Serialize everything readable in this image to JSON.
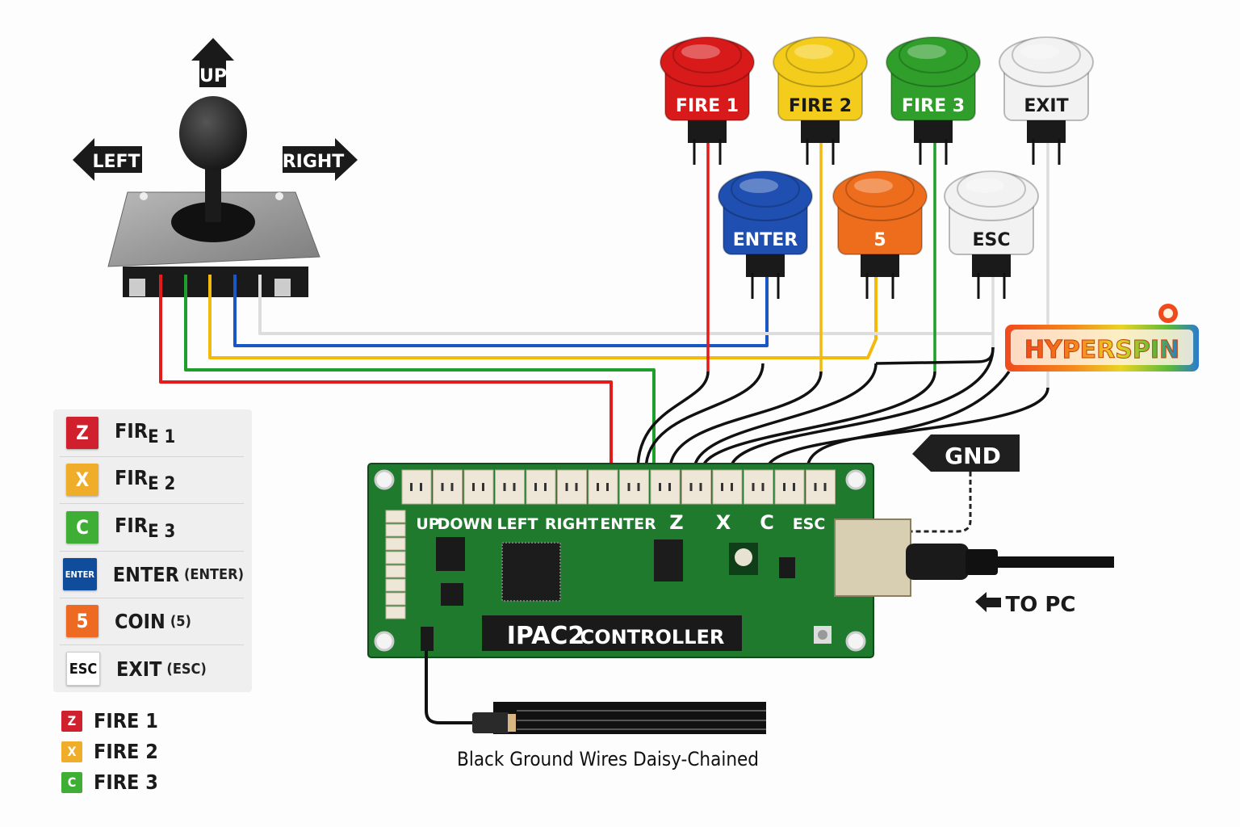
{
  "joystick": {
    "directions": [
      {
        "id": "up",
        "label": "UP"
      },
      {
        "id": "left",
        "label": "LEFT"
      },
      {
        "id": "right",
        "label": "RIGHT"
      }
    ],
    "wire_colors": [
      "#e21b1b",
      "#1e9e2a",
      "#f2b90f",
      "#1a56c4",
      "#e6e6e6"
    ]
  },
  "buttons": [
    {
      "label": "FIRE 1",
      "color": "#d81a1a",
      "text_color": "#ffffff",
      "wire": "#e21b1b"
    },
    {
      "label": "FIRE 2",
      "color": "#f4cd1c",
      "text_color": "#1a1a1a",
      "wire": "#f2b90f"
    },
    {
      "label": "FIRE 3",
      "color": "#2f9e2a",
      "text_color": "#ffffff",
      "wire": "#1e9e2a"
    },
    {
      "label": "EXIT",
      "color": "#f2f2f2",
      "text_color": "#1a1a1a",
      "wire": "#e6e6e6"
    },
    {
      "label": "ENTER",
      "color": "#1f4fb0",
      "text_color": "#ffffff",
      "wire": "#1a56c4"
    },
    {
      "label": "5",
      "color": "#ee6d1c",
      "text_color": "#ffffff",
      "wire": "#ee6d1c"
    },
    {
      "label": "ESC",
      "color": "#f2f2f2",
      "text_color": "#1a1a1a",
      "wire": "#e6e6e6"
    }
  ],
  "board": {
    "title_main": "IPAC2",
    "title_sub": "CONTROLLER",
    "pin_labels": [
      "UP",
      "DOWN",
      "LEFT",
      "RIGHT",
      "ENTER",
      "Z",
      "X",
      "C",
      "ESC"
    ],
    "pcb_color": "#1f7a2e"
  },
  "labels": {
    "gnd": "GND",
    "to_pc": "TO PC",
    "logo": "HYPERSPIN",
    "caption": "Black Ground Wires Daisy-Chained"
  },
  "legend": [
    {
      "key": "Z",
      "key_color": "#d0202e",
      "label_main": "FIR",
      "label_sub": "E 1",
      "suffix": ""
    },
    {
      "key": "X",
      "key_color": "#f0ad2a",
      "label_main": "FIR",
      "label_sub": "E 2",
      "suffix": ""
    },
    {
      "key": "C",
      "key_color": "#3fae34",
      "label_main": "FIR",
      "label_sub": "E 3",
      "suffix": ""
    },
    {
      "key": "ENTER",
      "key_color": "#0f4c9c",
      "label_main": "ENTER",
      "label_sub": "",
      "suffix": "(ENTER)"
    },
    {
      "key": "5",
      "key_color": "#ee6a22",
      "label_main": "COIN",
      "label_sub": "",
      "suffix": "(5)"
    },
    {
      "key": "ESC",
      "key_color": "#ffffff",
      "label_main": "EXIT",
      "label_sub": "",
      "suffix": "(ESC)"
    }
  ],
  "mini_legend": [
    {
      "key": "Z",
      "key_color": "#d0202e",
      "label": "FIRE 1"
    },
    {
      "key": "X",
      "key_color": "#f0ad2a",
      "label": "FIRE 2"
    },
    {
      "key": "C",
      "key_color": "#3fae34",
      "label": "FIRE 3"
    }
  ]
}
